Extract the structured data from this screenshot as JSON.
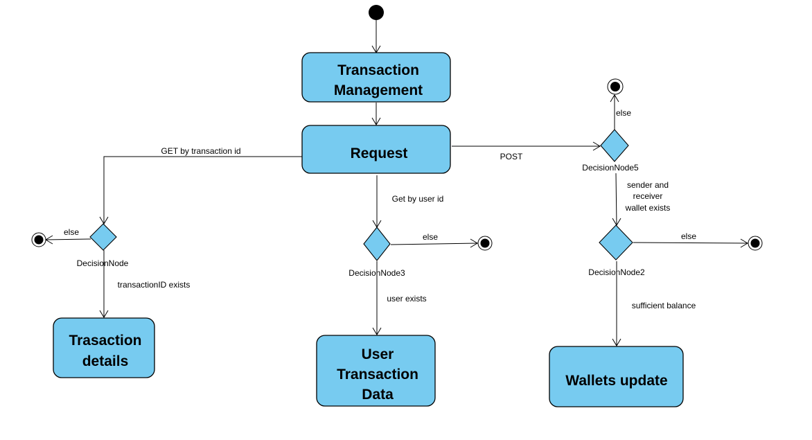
{
  "diagram": {
    "actions": {
      "transaction_management": [
        "Transaction",
        "Management"
      ],
      "request": [
        "Request"
      ],
      "transaction_details": [
        "Trasaction",
        "details"
      ],
      "user_transaction_data": [
        "User",
        "Transaction",
        "Data"
      ],
      "wallets_update": [
        "Wallets update"
      ]
    },
    "decisions": {
      "decision_node": "DecisionNode",
      "decision_node3": "DecisionNode3",
      "decision_node5": "DecisionNode5",
      "decision_node2": "DecisionNode2"
    },
    "edges": {
      "get_by_transaction_id": "GET by transaction id",
      "post": "POST",
      "get_by_user_id": "Get by user id",
      "else_decision_node": "else",
      "transaction_id_exists": "transactionID exists",
      "else_decision_node3": "else",
      "user_exists": "user exists",
      "else_decision_node5": "else",
      "sender_receiver_wallet_exists": [
        "sender and",
        "receiver",
        "wallet exists"
      ],
      "else_decision_node2": "else",
      "sufficient_balance": "sufficient balance"
    },
    "colors": {
      "node_fill": "#77cbf0",
      "stroke": "#000000",
      "background": "#ffffff"
    }
  }
}
